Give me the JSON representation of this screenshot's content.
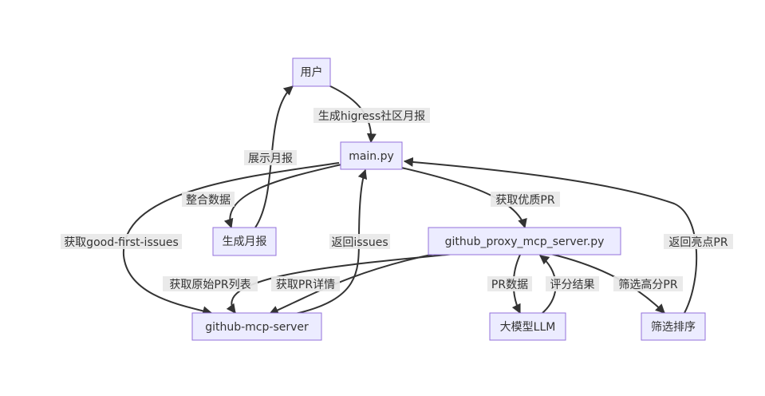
{
  "nodes": {
    "user": "用户",
    "main": "main.py",
    "report": "生成月报",
    "proxy": "github_proxy_mcp_server.py",
    "mcp": "github-mcp-server",
    "llm": "大模型LLM",
    "sort": "筛选排序"
  },
  "edges": {
    "user_to_main": "生成higress社区月报",
    "main_to_mcp": "获取good-first-issues",
    "main_to_report": "整合数据",
    "report_to_user": "展示月报",
    "mcp_to_main": "返回issues",
    "main_to_proxy": "获取优质PR",
    "sort_to_main": "返回亮点PR",
    "proxy_to_mcp_list": "获取原始PR列表",
    "proxy_to_mcp_detail": "获取PR详情",
    "proxy_to_llm": "PR数据",
    "llm_to_proxy": "评分结果",
    "proxy_to_sort": "筛选高分PR"
  }
}
